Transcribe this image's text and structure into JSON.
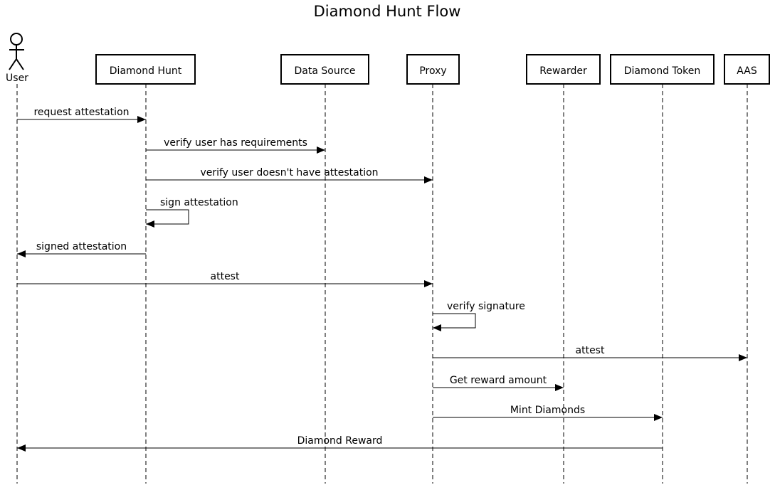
{
  "title": "Diamond Hunt Flow",
  "actor": {
    "label": "User",
    "icon": "stick-figure-icon"
  },
  "participants": [
    {
      "id": "user",
      "label": "User",
      "kind": "actor"
    },
    {
      "id": "diamond_hunt",
      "label": "Diamond Hunt",
      "kind": "box"
    },
    {
      "id": "data_source",
      "label": "Data Source",
      "kind": "box"
    },
    {
      "id": "proxy",
      "label": "Proxy",
      "kind": "box"
    },
    {
      "id": "rewarder",
      "label": "Rewarder",
      "kind": "box"
    },
    {
      "id": "diamond_token",
      "label": "Diamond Token",
      "kind": "box"
    },
    {
      "id": "aas",
      "label": "AAS",
      "kind": "box"
    }
  ],
  "messages": [
    {
      "from": "user",
      "to": "diamond_hunt",
      "label": "request attestation"
    },
    {
      "from": "diamond_hunt",
      "to": "data_source",
      "label": "verify user has requirements"
    },
    {
      "from": "diamond_hunt",
      "to": "proxy",
      "label": "verify user doesn't have attestation"
    },
    {
      "from": "diamond_hunt",
      "to": "diamond_hunt",
      "label": "sign attestation"
    },
    {
      "from": "diamond_hunt",
      "to": "user",
      "label": "signed attestation"
    },
    {
      "from": "user",
      "to": "proxy",
      "label": "attest"
    },
    {
      "from": "proxy",
      "to": "proxy",
      "label": "verify signature"
    },
    {
      "from": "proxy",
      "to": "aas",
      "label": "attest"
    },
    {
      "from": "proxy",
      "to": "rewarder",
      "label": "Get reward amount"
    },
    {
      "from": "proxy",
      "to": "diamond_token",
      "label": "Mint Diamonds"
    },
    {
      "from": "diamond_token",
      "to": "user",
      "label": "Diamond Reward"
    }
  ]
}
